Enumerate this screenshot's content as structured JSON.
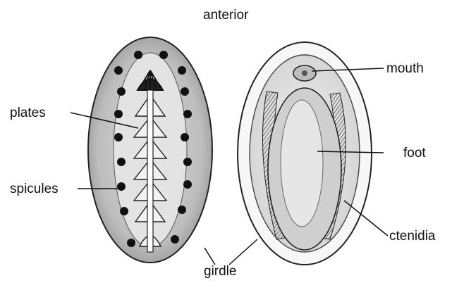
{
  "labels": {
    "anterior": "anterior",
    "mouth": "mouth",
    "plates": "plates",
    "foot": "foot",
    "spicules": "spicules",
    "ctenidia": "ctenidia",
    "girdle": "girdle"
  }
}
